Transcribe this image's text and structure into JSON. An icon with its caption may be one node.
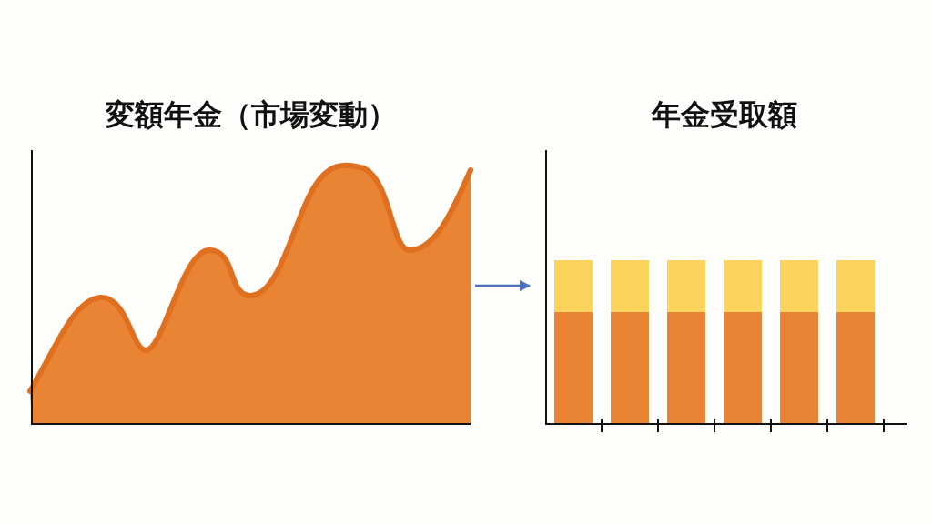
{
  "diagram": {
    "nodes": [
      {
        "text": [
          "変額年金（市場変動）"
        ]
      },
      {
        "text": [
          "年金受取額"
        ]
      }
    ],
    "edges": [
      {
        "from": 0,
        "to": 1,
        "arrow": "to"
      }
    ]
  }
}
